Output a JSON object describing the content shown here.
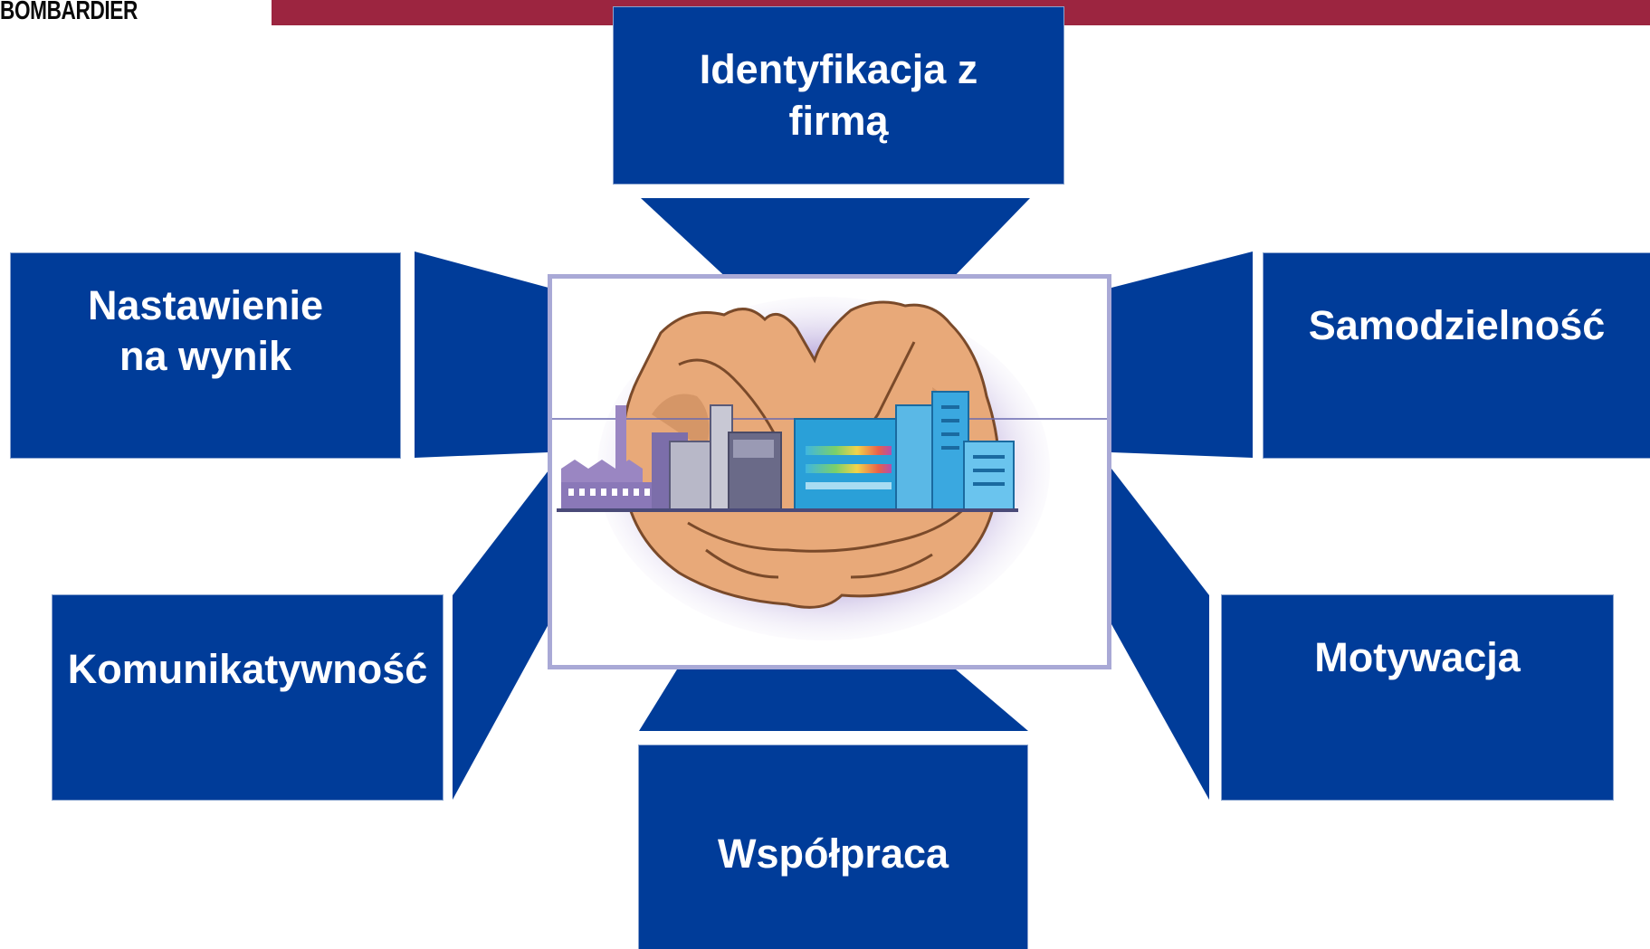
{
  "brand": {
    "logo_text": "BOMBARDIER",
    "bar_color": "#9c2540"
  },
  "colors": {
    "box_fill": "#003c99",
    "box_text": "#ffffff",
    "frame_border": "#a9a9d6"
  },
  "center_image": {
    "icon": "hands-holding-factory-icon"
  },
  "boxes": {
    "top": "Identyfikacja z\nfirmą",
    "top_left": "Nastawienie\nna wynik",
    "top_right": "Samodzielność",
    "bottom_left": "Komunikatywność",
    "bottom_right": "Motywacja",
    "bottom": "Współpraca"
  }
}
